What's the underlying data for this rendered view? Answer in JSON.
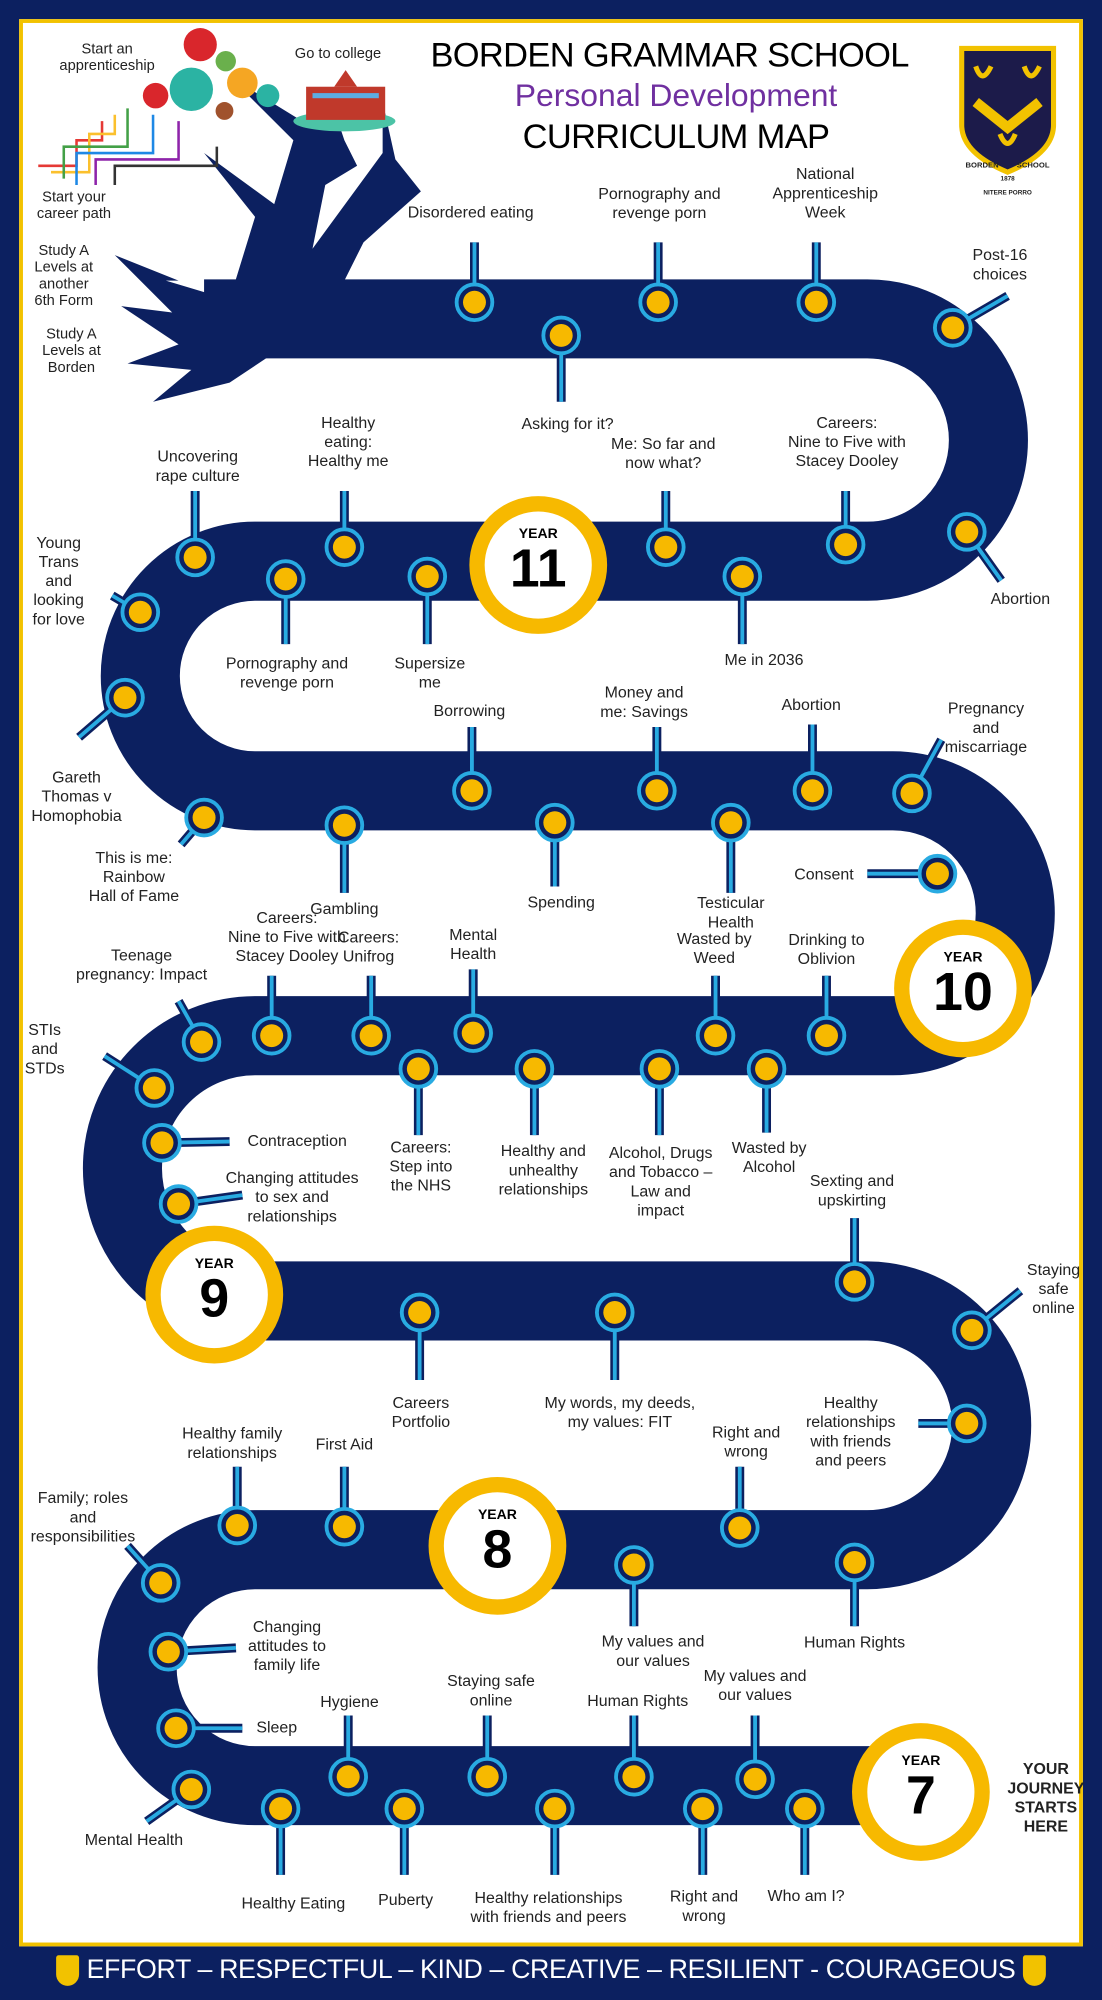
{
  "header": {
    "school": "BORDEN GRAMMAR SCHOOL",
    "subtitle": "Personal Development",
    "title": "CURRICULUM MAP"
  },
  "crest": {
    "left_scroll": "BORDEN",
    "right_scroll": "SCHOOL",
    "year": "1878",
    "motto": "NITERE PORRO"
  },
  "pathways": {
    "apprenticeship": "Start an\napprenticeship",
    "college": "Go to college",
    "career": "Start your\ncareer path",
    "alevels_other": "Study A\nLevels at\nanother\n6th Form",
    "alevels_borden": "Study A\nLevels at\nBorden"
  },
  "years": [
    {
      "word": "YEAR",
      "number": "11"
    },
    {
      "word": "YEAR",
      "number": "10"
    },
    {
      "word": "YEAR",
      "number": "9"
    },
    {
      "word": "YEAR",
      "number": "8"
    },
    {
      "word": "YEAR",
      "number": "7"
    }
  ],
  "journey_start": "YOUR\nJOURNEY\nSTARTS\nHERE",
  "topics": [
    "Disordered eating",
    "Asking for it?",
    "Pornography and\nrevenge porn",
    "National\nApprenticeship\nWeek",
    "Post-16 choices",
    "Uncovering\nrape culture",
    "Healthy\neating:\nHealthy me",
    "Pornography and\nrevenge porn",
    "Supersize\nme",
    "Me: So far and\nnow what?",
    "Me in 2036",
    "Careers:\nNine to Five with\nStacey Dooley",
    "Abortion",
    "Young\nTrans\nand\nlooking\nfor love",
    "Gareth\nThomas v\nHomophobia",
    "This is me:\nRainbow\nHall of Fame",
    "Gambling",
    "Borrowing",
    "Spending",
    "Money and\nme: Savings",
    "Testicular\nHealth",
    "Abortion",
    "Pregnancy\nand\nmiscarriage",
    "Consent",
    "Teenage\npregnancy: Impact",
    "Careers:\nNine to Five with\nStacey Dooley",
    "Careers:\nUnifrog",
    "Mental\nHealth",
    "Careers:\nStep into\nthe NHS",
    "Healthy and\nunhealthy\nrelationships",
    "Alcohol, Drugs\nand Tobacco –\nLaw and\nimpact",
    "Wasted by\nWeed",
    "Wasted by\nAlcohol",
    "Drinking to\nOblivion",
    "STIs\nand\nSTDs",
    "Contraception",
    "Changing attitudes\nto sex and\nrelationships",
    "Careers\nPortfolio",
    "My words, my deeds,\nmy values: FIT",
    "Sexting and\nupskirting",
    "Staying\nsafe\nonline",
    "Healthy\nrelationships\nwith friends\nand peers",
    "Healthy family\nrelationships",
    "First Aid",
    "Right and\nwrong",
    "My values and\nour values",
    "Human Rights",
    "Family; roles\nand\nresponsibilities",
    "Changing\nattitudes to\nfamily life",
    "Sleep",
    "Mental Health",
    "Hygiene",
    "Staying safe\nonline",
    "Human Rights",
    "My values and\nour values",
    "Healthy Eating",
    "Puberty",
    "Healthy relationships\nwith friends and peers",
    "Right and\nwrong",
    "Who am I?"
  ],
  "footer": "EFFORT – RESPECTFUL – KIND – CREATIVE – RESILIENT - COURAGEOUS",
  "colors": {
    "navy": "#0c2060",
    "yellow": "#f7b900",
    "pin_ring": "#29abe2",
    "purple": "#7030a0"
  }
}
